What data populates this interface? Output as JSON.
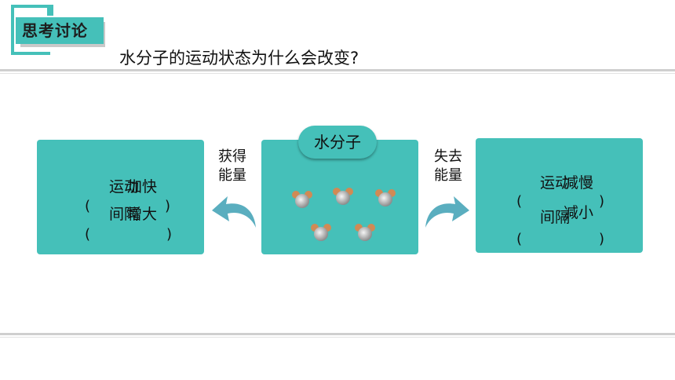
{
  "header": {
    "badge_text": "思考讨论",
    "question": "水分子的运动状态为什么会改变?"
  },
  "center_panel": {
    "label": "水分子",
    "molecule_count": 5
  },
  "left_panel": {
    "line1_a": "运动",
    "line1_b": "加快",
    "line2_a": "间隔",
    "line2_b": "增大",
    "paren_open": "(",
    "paren_close": ")"
  },
  "right_panel": {
    "line1_a": "运动",
    "line1_b": "减慢",
    "line2_a": "间隔",
    "line2_b": "减小",
    "paren_open": "(",
    "paren_close": ")"
  },
  "left_arrow_label": {
    "line1": "获得",
    "line2": "能量"
  },
  "right_arrow_label": {
    "line1": "失去",
    "line2": "能量"
  },
  "colors": {
    "teal": "#45c0b9",
    "rule": "#cfcfcf"
  }
}
